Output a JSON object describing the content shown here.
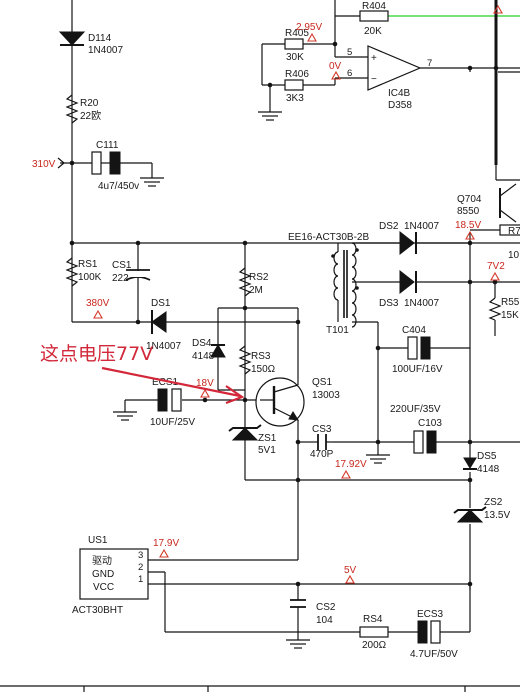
{
  "components": {
    "d114": {
      "ref": "D114",
      "value": "1N4007"
    },
    "r20": {
      "ref": "R20",
      "value": "22欧"
    },
    "c111": {
      "ref": "C111",
      "value": "4u7/450v"
    },
    "input_voltage": "310V",
    "r405": {
      "ref": "R405",
      "value": "30K"
    },
    "r406": {
      "ref": "R406",
      "value": "3K3"
    },
    "r404": {
      "ref": "R404",
      "value": "20K"
    },
    "ic4b": {
      "ref": "IC4B",
      "value": "D358",
      "pin_plus": "5",
      "pin_minus": "6",
      "pin_out": "7",
      "plus_sign": "+",
      "minus_sign": "−"
    },
    "q704": {
      "ref": "Q704",
      "value": "8550"
    },
    "rs1": {
      "ref": "RS1",
      "value": "100K"
    },
    "cs1": {
      "ref": "CS1",
      "value": "222"
    },
    "ds1": {
      "ref": "DS1",
      "value": "1N4007"
    },
    "rs2": {
      "ref": "RS2",
      "value": "2M"
    },
    "ds4": {
      "ref": "DS4",
      "value": "4148"
    },
    "rs3": {
      "ref": "RS3",
      "value": "150Ω"
    },
    "transformer": {
      "ref": "T101",
      "value": "EE16-ACT30B-2B"
    },
    "ds2": {
      "ref": "DS2",
      "value": "1N4007"
    },
    "ds3": {
      "ref": "DS3",
      "value": "1N4007"
    },
    "r55": {
      "ref": "R55",
      "value": "15K"
    },
    "r7x": {
      "ref": "R7",
      "value": "10"
    },
    "c404": {
      "ref": "C404",
      "value": "100UF/16V"
    },
    "ecs1": {
      "ref": "ECS1",
      "value": "10UF/25V"
    },
    "qs1": {
      "ref": "QS1",
      "value": "13003"
    },
    "zs1": {
      "ref": "ZS1",
      "value": "5V1"
    },
    "cs3": {
      "ref": "CS3",
      "value": "470P"
    },
    "c103": {
      "ref": "C103",
      "value": "220UF/35V"
    },
    "ds5": {
      "ref": "DS5",
      "value": "4148"
    },
    "zs2": {
      "ref": "ZS2",
      "value": "13.5V"
    },
    "us1": {
      "ref": "US1",
      "value": "ACT30BHT",
      "pin_drive": "驱动",
      "pin_gnd": "GND",
      "pin_vcc": "VCC",
      "pin3": "3",
      "pin2": "2",
      "pin1": "1"
    },
    "cs2": {
      "ref": "CS2",
      "value": "104"
    },
    "rs4": {
      "ref": "RS4",
      "value": "200Ω"
    },
    "ecs3": {
      "ref": "ECS3",
      "value": "4.7UF/50V"
    }
  },
  "measurements": {
    "v_2_95": "2.95V",
    "v_0": "0V",
    "v_18_5": "18.5V",
    "v_380": "380V",
    "v_7v2": "7V2",
    "v_18": "18V",
    "v_17_92": "17.92V",
    "v_17_9": "17.9V",
    "v_5": "5V"
  },
  "annotation": {
    "text": "这点电压77V",
    "color": "#d2283a"
  },
  "colors": {
    "wire": "#141414",
    "green_net": "#4ad84a",
    "measurement": "#c8281e"
  }
}
